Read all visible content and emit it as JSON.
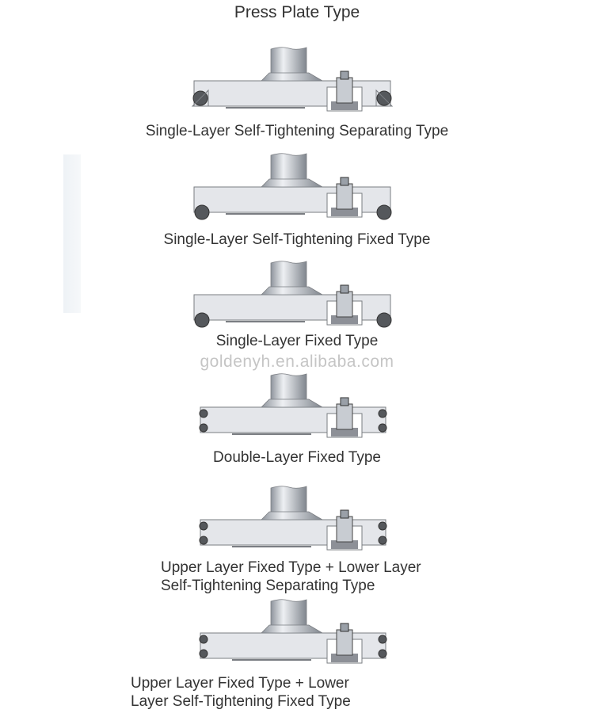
{
  "title": "Press Plate Type",
  "watermark": "goldenyh.en.alibaba.com",
  "colors": {
    "plate": "#e4e6ea",
    "shaft": "#b9bec6",
    "seal": "#55585c",
    "outline": "#7a7d82",
    "nut_housing": "#8d9097"
  },
  "diagrams": [
    {
      "caption": "Single-Layer Self-Tightening Separating Type",
      "seal": "single-separating"
    },
    {
      "caption": "Single-Layer Self-Tightening Fixed Type",
      "seal": "single-fixed"
    },
    {
      "caption": "Single-Layer Fixed Type",
      "seal": "single-fixed-plain"
    },
    {
      "caption": "Double-Layer Fixed Type",
      "seal": "double-fixed"
    },
    {
      "caption_line1": "Upper Layer Fixed Type + Lower Layer",
      "caption_line2": "Self-Tightening Separating Type",
      "seal": "upper-fixed-lower-separating"
    },
    {
      "caption_line1": "Upper Layer Fixed Type + Lower",
      "caption_line2": "Layer Self-Tightening Fixed Type",
      "seal": "upper-fixed-lower-fixed"
    }
  ]
}
